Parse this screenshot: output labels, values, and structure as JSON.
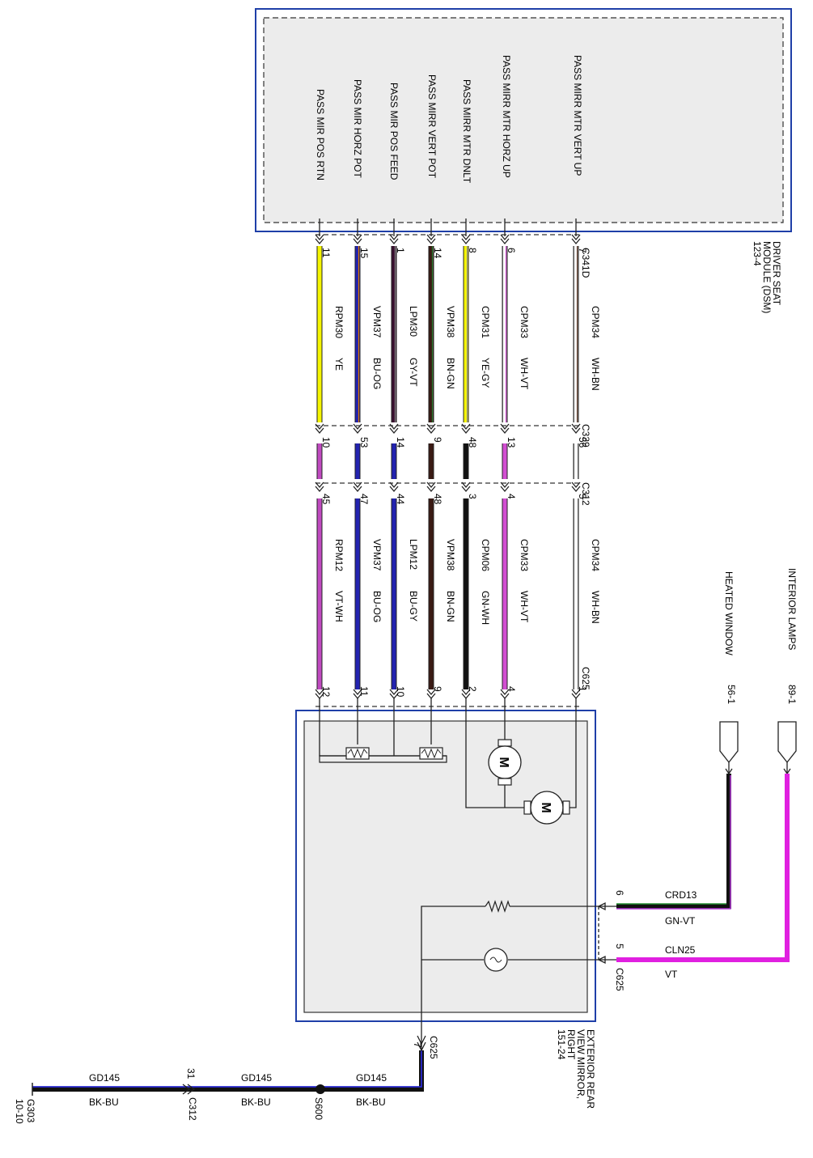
{
  "dsm": {
    "name_lines": [
      "DRIVER SEAT",
      "MODULE (DSM)",
      "123-4"
    ],
    "pin_labels": [
      "PASS MIRR MTR VERT UP",
      "PASS MIRR MTR HORZ UP",
      "PASS MIRR MTR DNLT",
      "PASS MIRR VERT POT",
      "PASS MIR POS FEED",
      "PASS MIR HORZ POT",
      "PASS MIR POS RTN"
    ]
  },
  "mirror": {
    "name_lines": [
      "EXTERIOR REAR",
      "VIEW MIRROR,",
      "RIGHT",
      "151-24"
    ]
  },
  "connectors": {
    "c341d": "C341D",
    "c339": "C339",
    "c312": "C312",
    "c625": "C625"
  },
  "circuits": [
    {
      "color": "#ffffff",
      "stripe": "#6e4b3a",
      "c341d": "7",
      "up_circuit": "CPM34",
      "up_color": "WH-BN",
      "c339": "56",
      "c312": "5",
      "lo_circuit": "CPM34",
      "lo_color": "WH-BN",
      "c625": "1"
    },
    {
      "color": "#ffffff",
      "stripe": "#d24fd2",
      "c341d": "6",
      "up_circuit": "CPM33",
      "up_color": "WH-VT",
      "c339": "13",
      "c312": "4",
      "lo_circuit": "CPM33",
      "lo_color": "WH-VT",
      "c625": "4"
    },
    {
      "color": "#f5f500",
      "stripe": "#9a9a9a",
      "c341d": "8",
      "up_circuit": "CPM31",
      "up_color": "YE-GY",
      "c339": "48",
      "c312": "3",
      "lo_circuit": "CPM06",
      "lo_color": "GN-WH",
      "c625": "2"
    },
    {
      "color": "#3a1a14",
      "stripe": "#2e7d32",
      "c341d": "14",
      "up_circuit": "VPM38",
      "up_color": "BN-GN",
      "c339": "9",
      "c312": "48",
      "lo_circuit": "VPM38",
      "lo_color": "BN-GN",
      "c625": "9"
    },
    {
      "color": "#3a1030",
      "stripe": "#8a8a8a",
      "c341d": "1",
      "up_circuit": "LPM30",
      "up_color": "GY-VT",
      "c339": "14",
      "c312": "44",
      "lo_circuit": "LPM12",
      "lo_color": "BU-GY",
      "c625": "10"
    },
    {
      "color": "#2323b0",
      "stripe": "#e07b00",
      "c341d": "15",
      "up_circuit": "VPM37",
      "up_color": "BU-OG",
      "c339": "53",
      "c312": "47",
      "lo_circuit": "VPM37",
      "lo_color": "BU-OG",
      "c625": "11"
    },
    {
      "color": "#f5f500",
      "stripe": "#f5f500",
      "c341d": "11",
      "up_circuit": "RPM30",
      "up_color": "YE",
      "c339": "10",
      "c312": "45",
      "lo_circuit": "RPM12",
      "lo_color": "VT-WH",
      "c625": "12"
    }
  ],
  "mid_colors": [
    "#ffffff",
    "#d24fd2",
    "#111111",
    "#3a1a14",
    "#2323b0",
    "#2323b0",
    "#c04ac0"
  ],
  "lower_colors": [
    "#ffffff",
    "#d24fd2",
    "#111111",
    "#3a1a14",
    "#2323b0",
    "#2323b0",
    "#c04ac0"
  ],
  "feeds": {
    "heated": {
      "label": "HEATED WINDOW",
      "ref": "56-1",
      "circuit": "CRD13",
      "color_code": "GN-VT",
      "pin": "6"
    },
    "lamps": {
      "label": "INTERIOR LAMPS",
      "ref": "89-1",
      "circuit": "CLN25",
      "color_code": "VT",
      "pin": "5",
      "pin_connector": "C625"
    }
  },
  "ground": {
    "c625_pin": "7",
    "c625": "C625",
    "segments": [
      {
        "circuit": "GD145",
        "color_code": "BK-BU"
      },
      {
        "circuit": "GD145",
        "color_code": "BK-BU"
      },
      {
        "circuit": "GD145",
        "color_code": "BK-BU"
      }
    ],
    "splice": "S600",
    "c312_pin": "31",
    "c312": "C312",
    "ground_id": "G303",
    "ground_ref": "10-10"
  },
  "symbols": {
    "motor": "M"
  }
}
